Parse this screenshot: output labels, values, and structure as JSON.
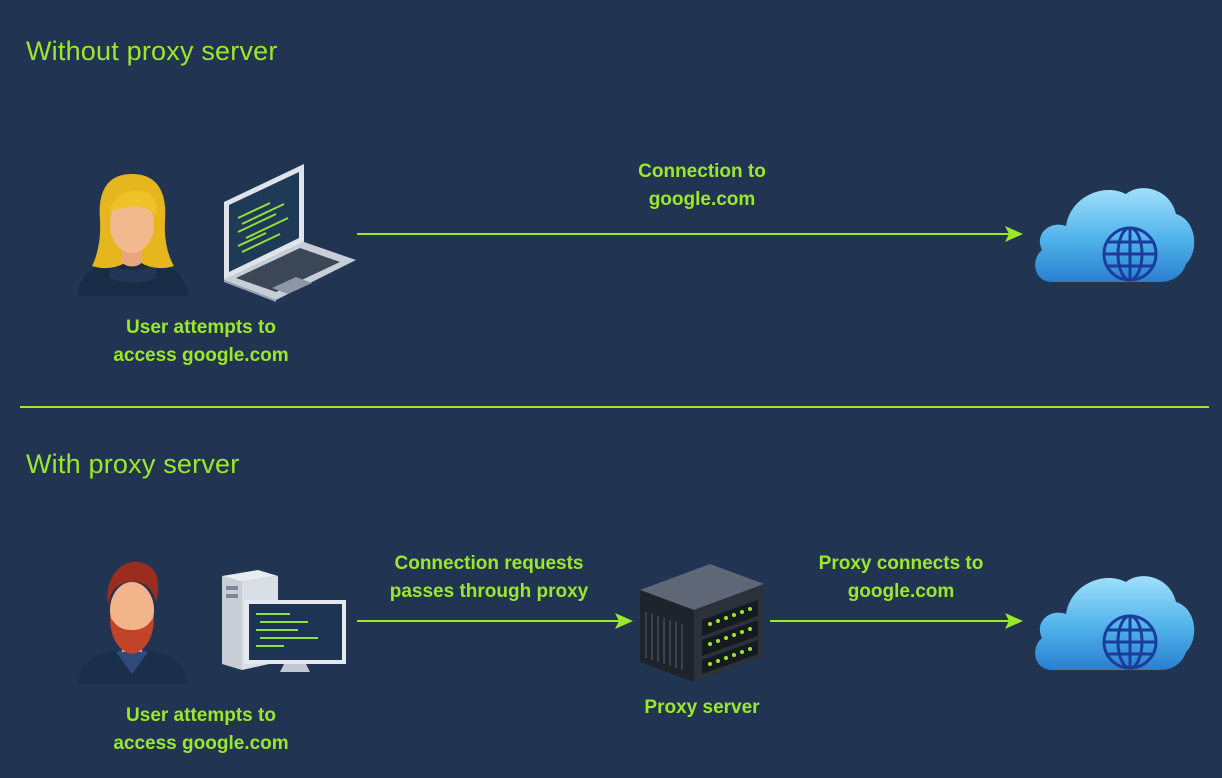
{
  "without_proxy": {
    "title": "Without proxy server",
    "user_label": [
      "User attempts to",
      "access google.com"
    ],
    "connection_label": [
      "Connection to",
      "google.com"
    ]
  },
  "with_proxy": {
    "title": "With proxy server",
    "user_label": [
      "User attempts to",
      "access google.com"
    ],
    "request_label": [
      "Connection requests",
      "passes through proxy"
    ],
    "proxy_connect_label": [
      "Proxy connects to",
      "google.com"
    ],
    "proxy_label": "Proxy server"
  },
  "icons": {
    "user_1": "woman-user-icon",
    "device_1": "laptop-icon",
    "cloud_1": "cloud-internet-icon",
    "user_2": "bearded-man-user-icon",
    "device_2": "desktop-computer-icon",
    "proxy": "proxy-server-icon",
    "cloud_2": "cloud-internet-icon"
  },
  "colors": {
    "background": "#213452",
    "accent": "#9be82a"
  }
}
